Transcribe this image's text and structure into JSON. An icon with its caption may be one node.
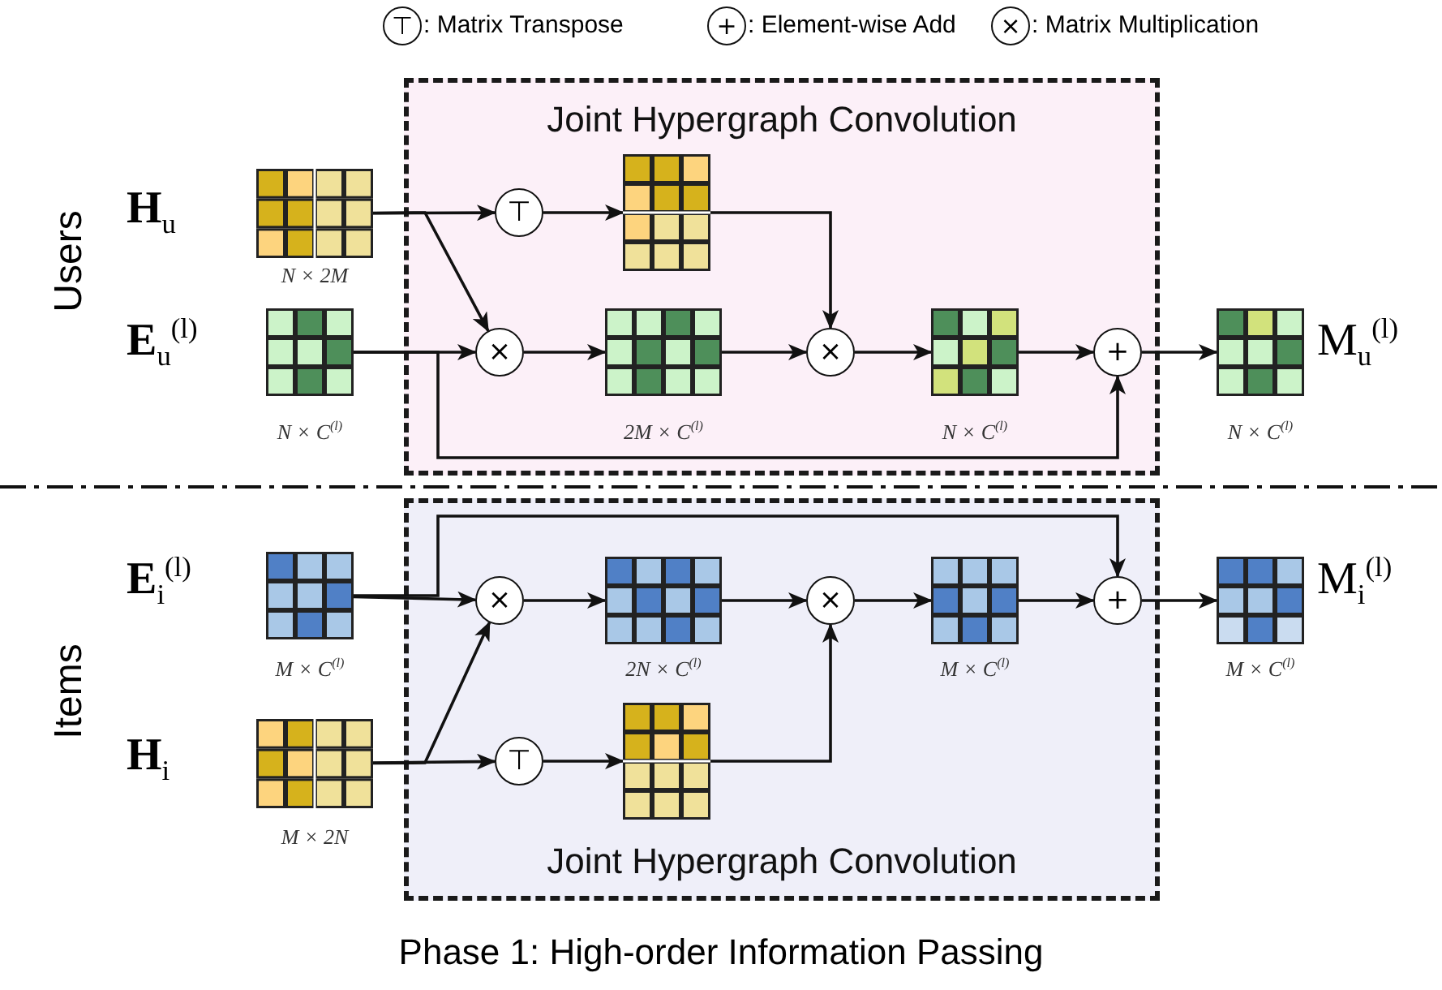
{
  "diagram": {
    "caption": "Phase 1: High-order Information Passing",
    "nodes": [
      {
        "text": [
          "Joint Hypergraph Convolution"
        ]
      },
      {
        "text": [],
        "shape": "box",
        "beside": [
          "**H**$_{u}$",
          "N × 2M"
        ]
      },
      {
        "text": [
          "⊤"
        ],
        "in": 0
      },
      {
        "text": [],
        "shape": "box",
        "in": 0
      },
      {
        "text": [],
        "shape": "box",
        "beside": [
          "**E**$_{u}$$^{(l)}$",
          "N × C$^{(l)}$"
        ]
      },
      {
        "text": [
          "×"
        ],
        "in": 0
      },
      {
        "text": [],
        "shape": "box",
        "in": 0,
        "beside": [
          "2M × C$^{(l)}$"
        ]
      },
      {
        "text": [
          "×"
        ],
        "in": 0
      },
      {
        "text": [],
        "shape": "box",
        "in": 0,
        "beside": [
          "N × C$^{(l)}$"
        ]
      },
      {
        "text": [
          "+"
        ],
        "in": 0
      },
      {
        "text": [],
        "shape": "box",
        "beside": [
          "M$_{u}$$^{(l)}$",
          "N × C$^{(l)}$"
        ]
      },
      {
        "text": [
          "Joint Hypergraph Convolution"
        ]
      },
      {
        "text": [],
        "shape": "box",
        "beside": [
          "**E**$_{i}$$^{(l)}$",
          "M × C$^{(l)}$"
        ]
      },
      {
        "text": [
          "×"
        ],
        "in": 11
      },
      {
        "text": [],
        "shape": "box",
        "in": 11,
        "beside": [
          "2N × C$^{(l)}$"
        ]
      },
      {
        "text": [
          "×"
        ],
        "in": 11
      },
      {
        "text": [],
        "shape": "box",
        "in": 11,
        "beside": [
          "M × C$^{(l)}$"
        ]
      },
      {
        "text": [
          "+"
        ],
        "in": 11
      },
      {
        "text": [],
        "shape": "box",
        "beside": [
          "M$_{i}$$^{(l)}$",
          "M × C$^{(l)}$"
        ]
      },
      {
        "text": [],
        "shape": "box",
        "beside": [
          "**H**$_{i}$",
          "M × 2N"
        ]
      },
      {
        "text": [
          "⊤"
        ],
        "in": 11
      },
      {
        "text": [],
        "shape": "box",
        "in": 11
      }
    ],
    "edges": [
      {
        "from": 1,
        "to": 2,
        "arrow": "to"
      },
      {
        "from": 2,
        "to": 3,
        "arrow": "to"
      },
      {
        "from": 1,
        "to": 5,
        "arrow": "to"
      },
      {
        "from": 4,
        "to": 5,
        "arrow": "to"
      },
      {
        "from": 5,
        "to": 6,
        "arrow": "to"
      },
      {
        "from": 6,
        "to": 7,
        "arrow": "to"
      },
      {
        "from": 3,
        "to": 7,
        "arrow": "to"
      },
      {
        "from": 7,
        "to": 8,
        "arrow": "to"
      },
      {
        "from": 8,
        "to": 9,
        "arrow": "to"
      },
      {
        "from": 4,
        "to": 9,
        "arrow": "to"
      },
      {
        "from": 9,
        "to": 10,
        "arrow": "to"
      },
      {
        "from": 12,
        "to": 13,
        "arrow": "to"
      },
      {
        "from": 19,
        "to": 13,
        "arrow": "to"
      },
      {
        "from": 13,
        "to": 14,
        "arrow": "to"
      },
      {
        "from": 14,
        "to": 15,
        "arrow": "to"
      },
      {
        "from": 21,
        "to": 15,
        "arrow": "to"
      },
      {
        "from": 15,
        "to": 16,
        "arrow": "to"
      },
      {
        "from": 16,
        "to": 17,
        "arrow": "to"
      },
      {
        "from": 12,
        "to": 17,
        "arrow": "to"
      },
      {
        "from": 17,
        "to": 18,
        "arrow": "to"
      },
      {
        "from": 19,
        "to": 20,
        "arrow": "to"
      },
      {
        "from": 20,
        "to": 21,
        "arrow": "to"
      }
    ],
    "labels": [
      "⊤",
      "+",
      "×",
      "Users",
      "Items"
    ],
    "legend": [
      {
        "text": ": Matrix Transpose"
      },
      {
        "text": ": Element-wise Add"
      },
      {
        "text": ": Matrix Multiplication"
      }
    ]
  }
}
